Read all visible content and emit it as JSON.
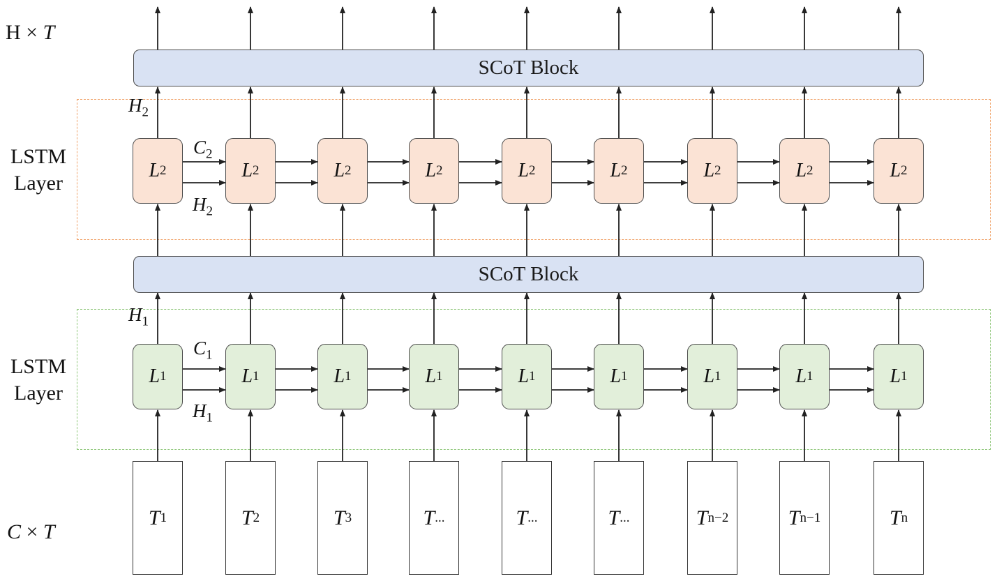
{
  "labels": {
    "output_dim": {
      "main": "H",
      "op": "×",
      "var": "T"
    },
    "input_dim": {
      "main": "C",
      "op": "×",
      "var": "T"
    },
    "lstm_top": {
      "line1": "LSTM",
      "line2": "Layer"
    },
    "lstm_bottom": {
      "line1": "LSTM",
      "line2": "Layer"
    }
  },
  "blocks": {
    "scot_top": "SCoT Block",
    "scot_bottom": "SCoT Block"
  },
  "layer2": {
    "cell_base": "L",
    "cell_sub": "2",
    "edge_labels": {
      "h_up": {
        "base": "H",
        "sub": "2"
      },
      "c": {
        "base": "C",
        "sub": "2"
      },
      "h": {
        "base": "H",
        "sub": "2"
      }
    }
  },
  "layer1": {
    "cell_base": "L",
    "cell_sub": "1",
    "edge_labels": {
      "h_up": {
        "base": "H",
        "sub": "1"
      },
      "c": {
        "base": "C",
        "sub": "1"
      },
      "h": {
        "base": "H",
        "sub": "1"
      }
    }
  },
  "tokens": [
    {
      "base": "T",
      "sub": "1"
    },
    {
      "base": "T",
      "sub": "2"
    },
    {
      "base": "T",
      "sub": "3"
    },
    {
      "base": "T",
      "sub": "..."
    },
    {
      "base": "T",
      "sub": "..."
    },
    {
      "base": "T",
      "sub": "..."
    },
    {
      "base": "T",
      "sub": "n−2"
    },
    {
      "base": "T",
      "sub": "n−1"
    },
    {
      "base": "T",
      "sub": "n"
    }
  ],
  "colors": {
    "block_fill": "#d9e2f3",
    "layer2_fill": "#fbe3d5",
    "layer1_fill": "#e2efda",
    "layer2_dash": "#f0a36a",
    "layer1_dash": "#8fc77a",
    "line": "#222222"
  }
}
